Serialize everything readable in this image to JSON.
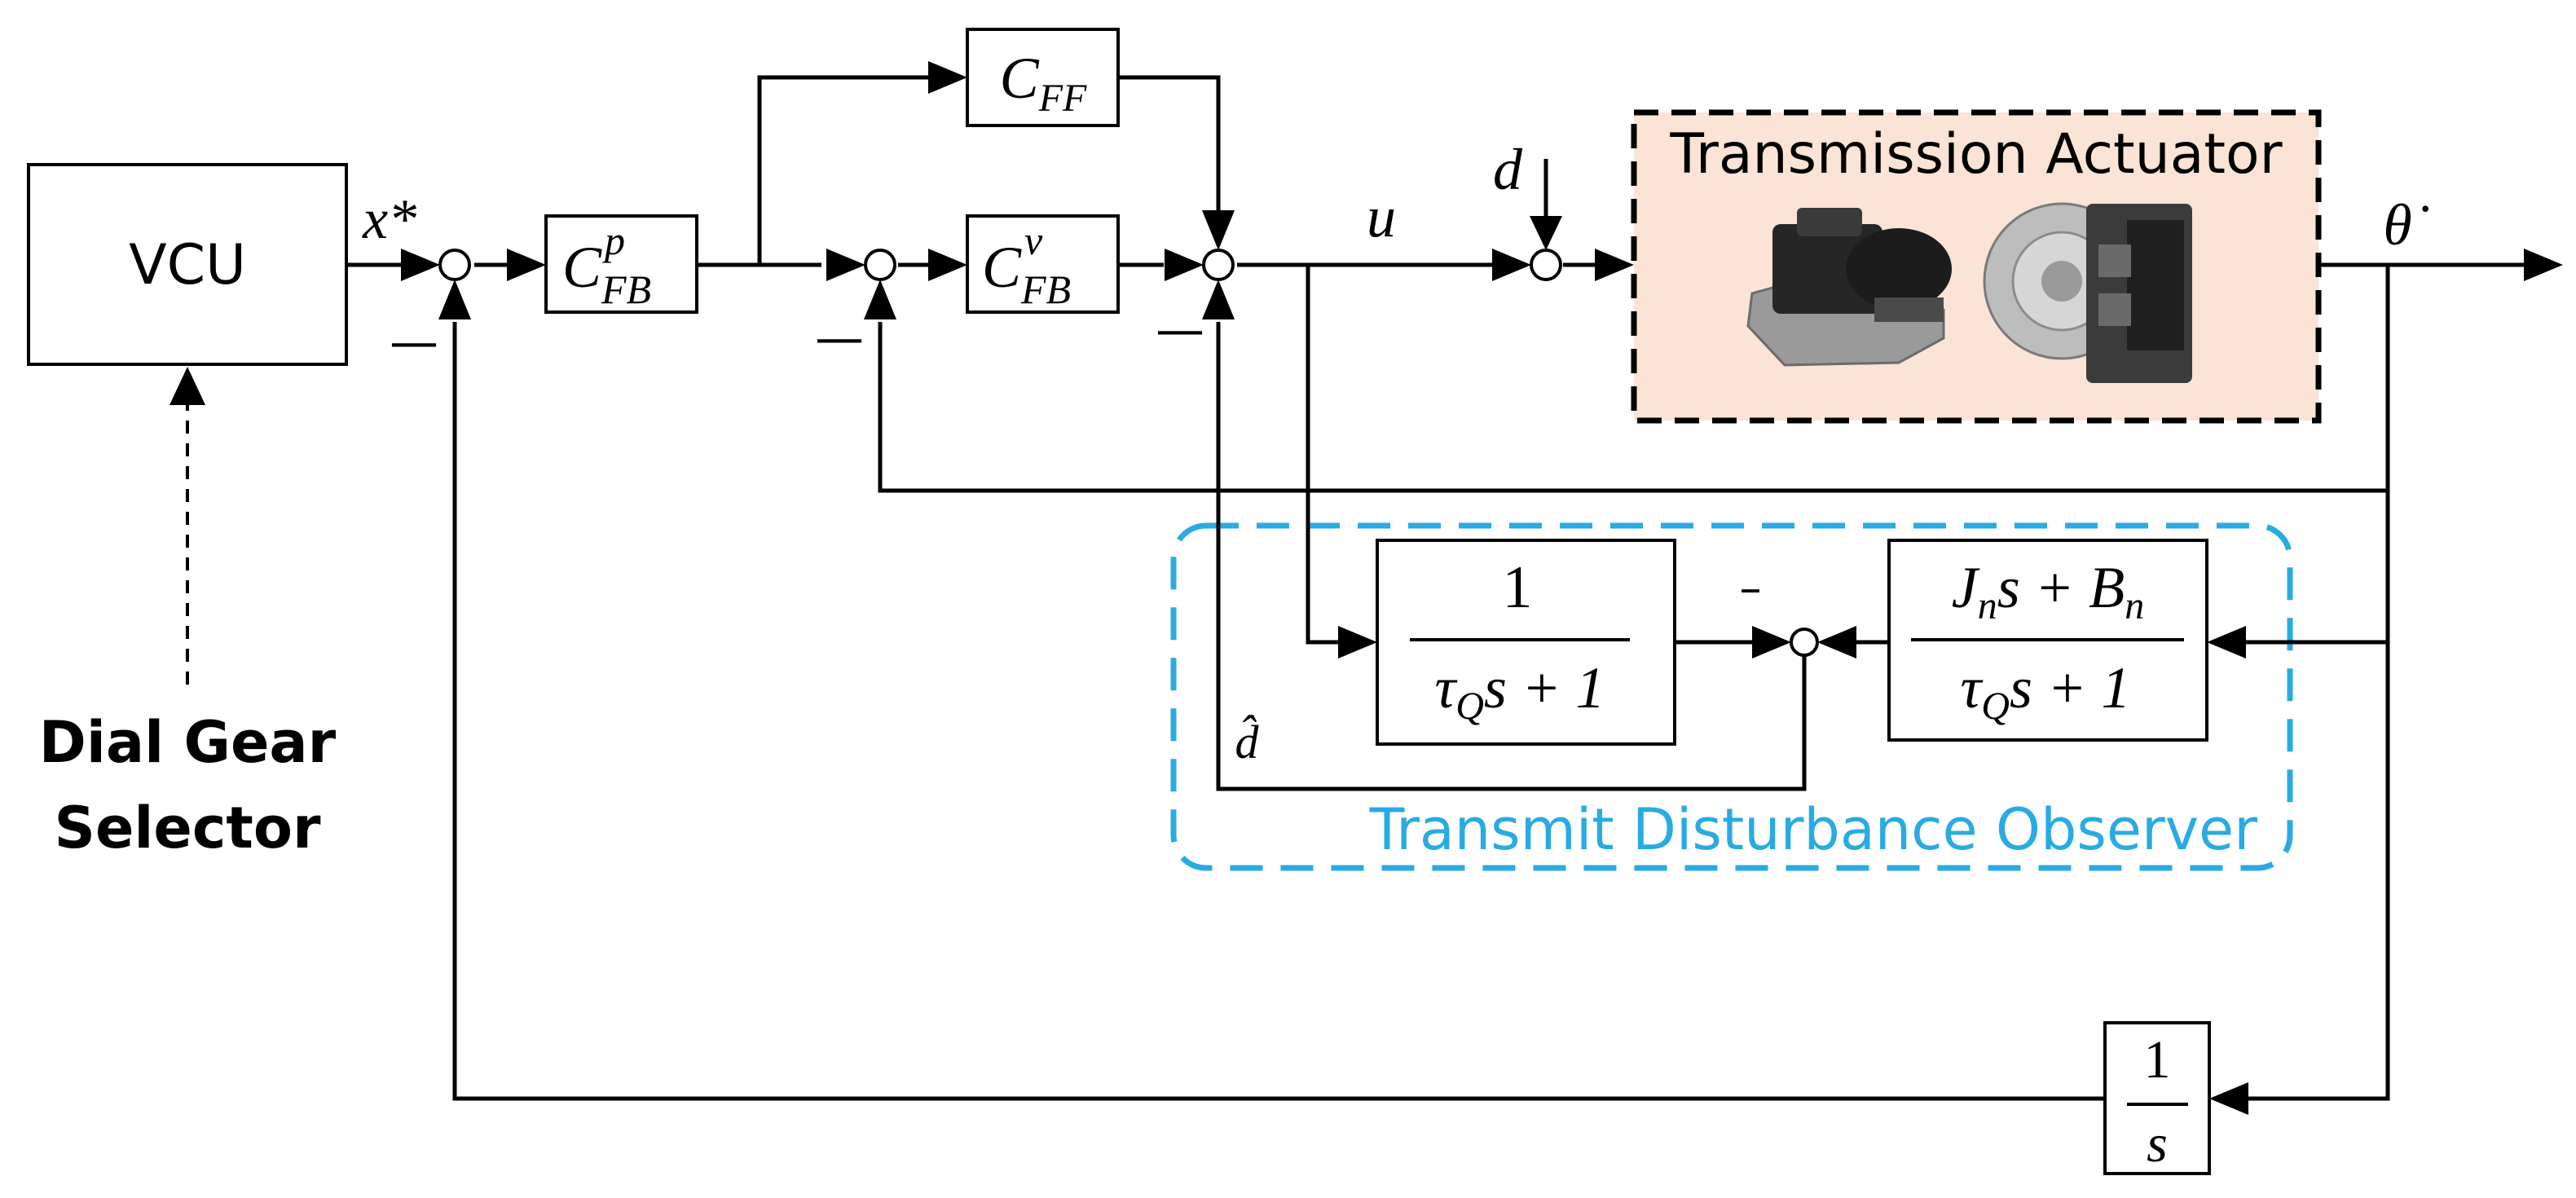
{
  "blocks": {
    "vcu": "VCU",
    "selector_line1": "Dial Gear",
    "selector_line2": "Selector",
    "cff": {
      "base": "C",
      "sub": "FF"
    },
    "cfbp": {
      "base": "C",
      "sub": "FB",
      "sup": "p"
    },
    "cfbv": {
      "base": "C",
      "sub": "FB",
      "sup": "v"
    },
    "actuator_title": "Transmission Actuator",
    "q_filter": {
      "num": "1",
      "den": "τ",
      "den_sub": "Q",
      "den_rest": "s + 1"
    },
    "nominal_inverse": {
      "num_j": "J",
      "num_j_sub": "n",
      "num_mid": "s + ",
      "num_b": "B",
      "num_b_sub": "n",
      "den": "τ",
      "den_sub": "Q",
      "den_rest": "s + 1"
    },
    "integrator": {
      "num": "1",
      "den": "s"
    },
    "observer_title": "Transmit Disturbance Observer"
  },
  "signals": {
    "x_star": "x*",
    "u": "u",
    "d": "d",
    "theta_dot": "θ̇",
    "d_hat": "d̂",
    "minus": "—",
    "minus_small": "–"
  },
  "colors": {
    "observer": "#29abe2",
    "actuator_fill": "#fbe3d6"
  }
}
